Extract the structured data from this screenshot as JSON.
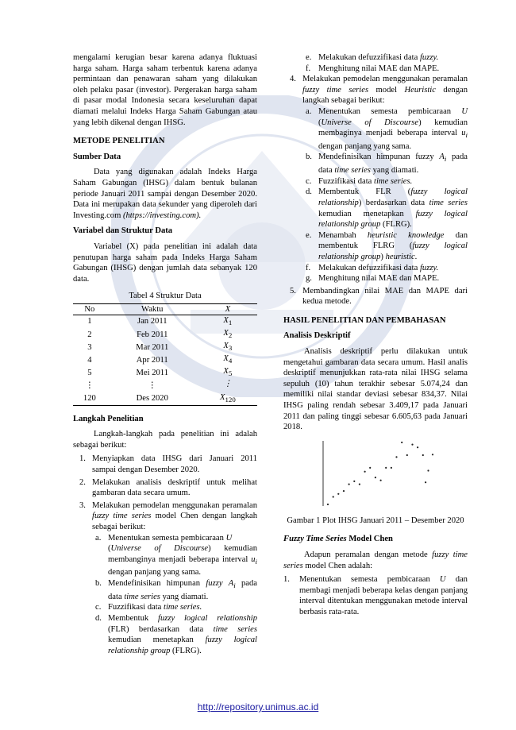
{
  "left": {
    "intro": "mengalami kerugian besar karena adanya fluktuasi harga saham. Harga saham terbentuk karena adanya permintaan dan penawaran saham yang dilakukan oleh pelaku pasar (investor). Pergerakan harga saham di pasar modal Indonesia secara keseluruhan dapat diamati melalui Indeks Harga Saham Gabungan atau yang lebih dikenal dengan IHSG.",
    "h_metode": "METODE PENELITIAN",
    "h_sumber": "Sumber Data",
    "sumber_text": "Data yang digunakan adalah Indeks Harga Saham Gabungan (IHSG) dalam bentuk bulanan periode Januari 2011 sampai dengan Desember 2020. Data ini merupakan data sekunder yang diperoleh dari Investing.com",
    "sumber_url": "(https://investing.com).",
    "h_variabel": "Variabel dan Struktur Data",
    "variabel_text": "Variabel (X) pada penelitian ini adalah data penutupan harga saham pada Indeks Harga Saham Gabungan (IHSG) dengan jumlah data sebanyak 120 data.",
    "table_caption": "Tabel 4 Struktur Data",
    "table_headers": [
      "No",
      "Waktu",
      "X"
    ],
    "table_rows": [
      [
        "1",
        "Jan 2011",
        "X",
        "1"
      ],
      [
        "2",
        "Feb 2011",
        "X",
        "2"
      ],
      [
        "3",
        "Mar 2011",
        "X",
        "3"
      ],
      [
        "4",
        "Apr 2011",
        "X",
        "4"
      ],
      [
        "5",
        "Mei 2011",
        "X",
        "5"
      ],
      [
        "⋮",
        "⋮",
        "⋮",
        ""
      ],
      [
        "120",
        "Des 2020",
        "X",
        "120"
      ]
    ],
    "h_langkah": "Langkah Penelitian",
    "langkah_intro": "Langkah-langkah pada penelitian ini adalah sebagai berikut:",
    "steps": {
      "s1": "Menyiapkan data IHSG dari Januari 2011 sampai dengan Desember 2020.",
      "s2": "Melakukan analisis deskriptif untuk melihat gambaran data secara umum.",
      "s3a": "Melakukan pemodelan menggunakan peramalan",
      "s3b": "fuzzy time series",
      "s3c": "model Chen dengan langkah sebagai berikut:",
      "s3_a1": "Menentukan semesta pembicaraan",
      "s3_a2": "(",
      "s3_a3": "Universe of Discourse",
      "s3_a4": ") kemudian membanginya menjadi beberapa interval",
      "s3_a5": "dengan panjang yang sama.",
      "s3_b1": "Mendefinisikan himpunan",
      "s3_b2": "fuzzy",
      "s3_b3": "pada data",
      "s3_b4": "time series",
      "s3_b5": "yang diamati.",
      "s3_c1": "Fuzzifikasi data",
      "s3_c2": "time series.",
      "s3_d1": "Membentuk",
      "s3_d2": "fuzzy logical relationship",
      "s3_d3": "(FLR) berdasarkan data",
      "s3_d4": "time series",
      "s3_d5": "kemudian menetapkan",
      "s3_d6": "fuzzy logical relationship group",
      "s3_d7": "(FLRG)."
    }
  },
  "right": {
    "r3_e1": "Melakukan defuzzifikasi data",
    "r3_e2": "fuzzy.",
    "r3_f": "Menghitung nilai MAE dan MAPE.",
    "s4a": "Melakukan pemodelan menggunakan peramalan",
    "s4b": "fuzzy time series",
    "s4c": "model",
    "s4d": "Heuristic",
    "s4e": "dengan langkah sebagai berikut:",
    "s4_a1": "Menentukan semesta pembicaraan",
    "s4_a2": "(",
    "s4_a3": "Universe of Discourse",
    "s4_a4": ") kemudian membaginya menjadi beberapa interval",
    "s4_a5": "dengan panjang yang sama.",
    "s4_b1": "Mendefinisikan himpunan fuzzy",
    "s4_b2": "pada data",
    "s4_b3": "time series",
    "s4_b4": "yang diamati.",
    "s4_c1": "Fuzzifikasi data",
    "s4_c2": "time series.",
    "s4_d1": "Membentuk FLR (",
    "s4_d2": "fuzzy logical relationship",
    "s4_d3": ") berdasarkan data",
    "s4_d4": "time series",
    "s4_d5": "kemudian menetapkan",
    "s4_d6": "fuzzy logical relationship group",
    "s4_d7": "(FLRG).",
    "s4_e1": "Menambah",
    "s4_e2": "heuristic knowledge",
    "s4_e3": "dan membentuk FLRG (",
    "s4_e4": "fuzzy logical relationship group",
    "s4_e5": ")",
    "s4_e6": "heuristic",
    "s4_e7": ".",
    "s4_f1": "Melakukan defuzzifikasi data",
    "s4_f2": "fuzzy.",
    "s4_g": "Menghitung nilai MAE dan MAPE.",
    "s5": "Membandingkan nilai MAE dan MAPE dari kedua metode.",
    "h_hasil": "HASIL PENELITIAN DAN PEMBAHASAN",
    "h_analisis": "Analisis Deskriptif",
    "analisis_text": "Analisis deskriptif perlu dilakukan untuk mengetahui gambaran data secara umum. Hasil analis deskriptif menunjukkan rata-rata nilai IHSG selama sepuluh (10) tahun terakhir sebesar 5.074,24 dan memiliki nilai standar deviasi sebesar 834,37. Nilai IHSG paling rendah sebesar 3.409,17 pada Januari 2011 dan paling tinggi sebesar 6.605,63 pada Januari 2018.",
    "figure_caption": "Gambar 1 Plot IHSG Januari 2011 – Desember 2020",
    "h_chen_i": "Fuzzy Time Series",
    "h_chen_b": "Model Chen",
    "chen_intro1": "Adapun peramalan dengan metode",
    "chen_intro2": "fuzzy time series",
    "chen_intro3": "model Chen adalah:",
    "chen_s1a": "Menentukan semesta pembicaraan",
    "chen_s1b": "dan membagi menjadi beberapa kelas dengan panjang interval ditentukan menggunakan metode interval berbasis rata-rata."
  },
  "symbols": {
    "U": "U",
    "u_i": "u",
    "i": "i",
    "A_i": "A"
  },
  "list_markers": {
    "n1": "1.",
    "n2": "2.",
    "n3": "3.",
    "n4": "4.",
    "n5": "5.",
    "a": "a.",
    "b": "b.",
    "c": "c.",
    "d": "d.",
    "e": "e.",
    "f": "f.",
    "g": "g."
  },
  "footer_link": "http://repository.unimus.ac.id",
  "chart_data": {
    "type": "scatter",
    "title": "",
    "xlabel": "",
    "ylabel": "",
    "x_range": [
      "Jan 2011",
      "Des 2020"
    ],
    "ylim": [
      3409.17,
      6605.63
    ],
    "series": [
      {
        "points": [
          [
            "Jan 2011",
            3409.17
          ],
          [
            "Jul 2011",
            3800
          ],
          [
            "Jan 2012",
            3950
          ],
          [
            "Jul 2012",
            4100
          ],
          [
            "Jan 2013",
            4450
          ],
          [
            "Jul 2013",
            4600
          ],
          [
            "Jan 2014",
            4450
          ],
          [
            "Jul 2014",
            5100
          ],
          [
            "Jan 2015",
            5300
          ],
          [
            "Jul 2015",
            4800
          ],
          [
            "Jan 2016",
            4650
          ],
          [
            "Jul 2016",
            5300
          ],
          [
            "Jan 2017",
            5300
          ],
          [
            "Jul 2017",
            5850
          ],
          [
            "Jan 2018",
            6605.63
          ],
          [
            "Jul 2018",
            5950
          ],
          [
            "Jan 2019",
            6500
          ],
          [
            "Jul 2019",
            6350
          ],
          [
            "Jan 2020",
            5950
          ],
          [
            "Apr 2020",
            4550
          ],
          [
            "Jul 2020",
            5150
          ],
          [
            "Des 2020",
            5980
          ]
        ]
      }
    ]
  }
}
